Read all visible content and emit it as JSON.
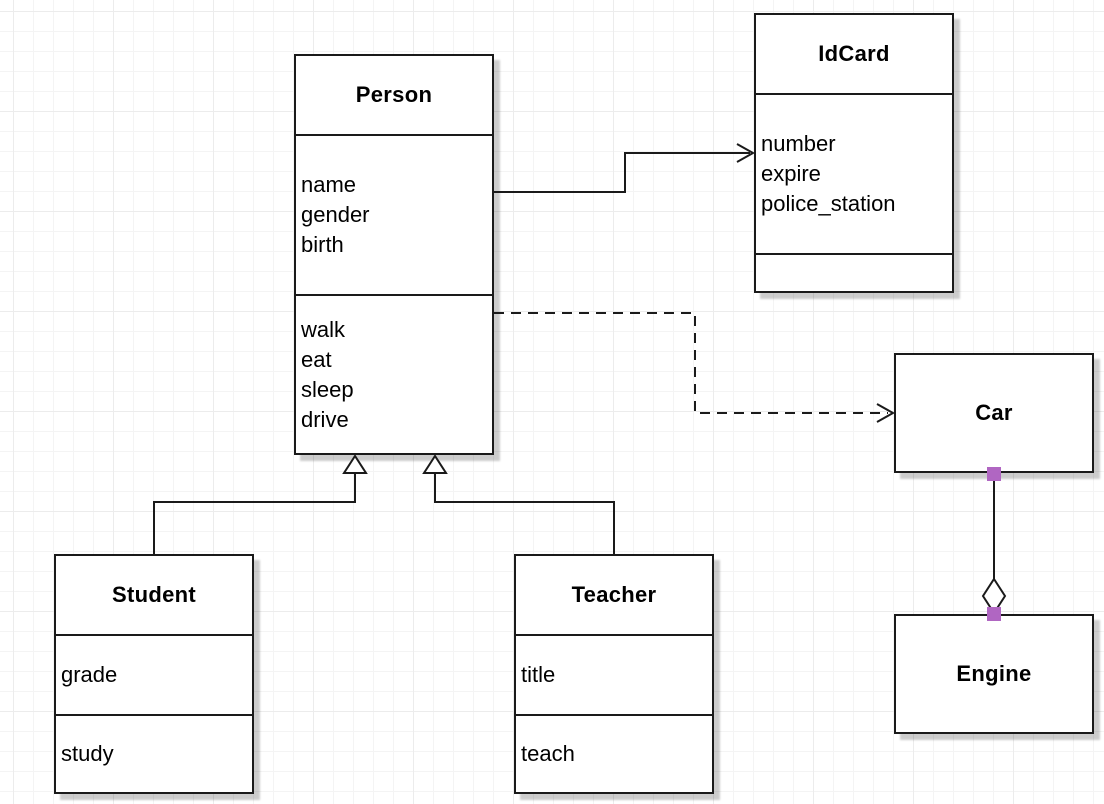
{
  "diagram": {
    "kind": "uml-class-diagram",
    "classes": {
      "person": {
        "title": "Person",
        "attributes": [
          "name",
          "gender",
          "birth"
        ],
        "methods": [
          "walk",
          "eat",
          "sleep",
          "drive"
        ]
      },
      "idcard": {
        "title": "IdCard",
        "attributes": [
          "number",
          "expire",
          "police_station"
        ],
        "methods": []
      },
      "car": {
        "title": "Car"
      },
      "engine": {
        "title": "Engine"
      },
      "student": {
        "title": "Student",
        "attributes": [
          "grade"
        ],
        "methods": [
          "study"
        ]
      },
      "teacher": {
        "title": "Teacher",
        "attributes": [
          "title"
        ],
        "methods": [
          "teach"
        ]
      }
    },
    "relationships": [
      {
        "type": "association",
        "from": "Person",
        "to": "IdCard",
        "line": "solid",
        "arrowhead": "open-arrow"
      },
      {
        "type": "dependency",
        "from": "Person",
        "to": "Car",
        "line": "dashed",
        "arrowhead": "open-arrow"
      },
      {
        "type": "generalization",
        "from": "Student",
        "to": "Person",
        "line": "solid",
        "arrowhead": "hollow-triangle"
      },
      {
        "type": "generalization",
        "from": "Teacher",
        "to": "Person",
        "line": "solid",
        "arrowhead": "hollow-triangle"
      },
      {
        "type": "aggregation",
        "from": "Engine",
        "to": "Car",
        "line": "solid",
        "arrowhead": "hollow-diamond"
      }
    ],
    "colors": {
      "line": "#1a1a1a",
      "box_fill": "#ffffff",
      "connection_handle": "#b066c2",
      "grid_minor": "#f4f4f4",
      "grid_major": "#ececec",
      "background": "#ffffff"
    }
  }
}
